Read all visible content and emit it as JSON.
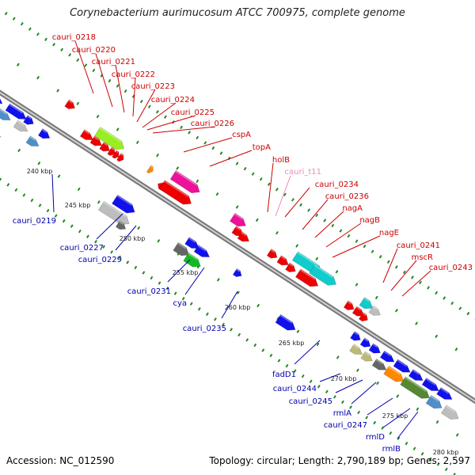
{
  "title": "Corynebacterium aurimucosum ATCC 700975, complete genome",
  "footer": {
    "accession": "Accession: NC_012590",
    "info": "Topology: circular; Length: 2,790,189 bp; Genes: 2,597"
  },
  "colors": {
    "label_top": "#cc0000",
    "label_bottom": "#0000aa",
    "label_pink": "#ee88bb",
    "backbone": "#999999",
    "dots": "#228822"
  },
  "ticks": [
    "240 kbp",
    "245 kbp",
    "250 kbp",
    "255 kbp",
    "260 kbp",
    "265 kbp",
    "270 kbp",
    "275 kbp",
    "280 kbp"
  ],
  "labels_top": [
    "cauri_0218",
    "cauri_0220",
    "cauri_0221",
    "cauri_0222",
    "cauri_0223",
    "cauri_0224",
    "cauri_0225",
    "cauri_0226",
    "cspA",
    "topA",
    "holB",
    "cauri_t11",
    "cauri_0234",
    "cauri_0236",
    "nagA",
    "nagB",
    "nagE",
    "cauri_0241",
    "mscR",
    "cauri_0243"
  ],
  "labels_bottom": [
    "cauri_0219",
    "cauri_0227",
    "cauri_0229",
    "cauri_0231",
    "cya",
    "cauri_0235",
    "fadD1",
    "cauri_0244",
    "cauri_0245",
    "rmlA",
    "cauri_0247",
    "rmlD",
    "rmlB"
  ]
}
